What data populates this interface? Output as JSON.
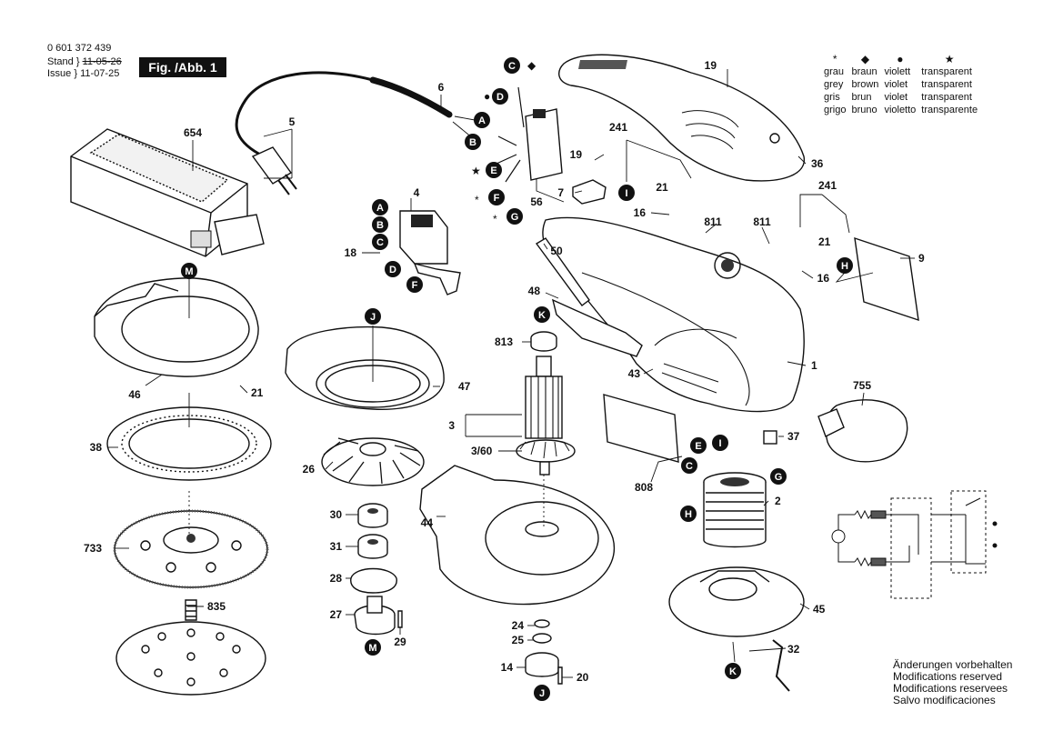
{
  "header": {
    "doc_number": "0 601 372 439",
    "stand_label": "Stand",
    "stand_date": "11-05-26",
    "issue_label": "Issue",
    "issue_date": "11-07-25",
    "figure_label": "Fig. /Abb. 1"
  },
  "legend": {
    "symbols": [
      "*",
      "◆",
      "●",
      "★"
    ],
    "rows": [
      [
        "grau",
        "braun",
        "violett",
        "transparent"
      ],
      [
        "grey",
        "brown",
        "violet",
        "transparent"
      ],
      [
        "gris",
        "brun",
        "violet",
        "transparent"
      ],
      [
        "grigo",
        "bruno",
        "violetto",
        "transparente"
      ]
    ]
  },
  "modifications": [
    "Änderungen vorbehalten",
    "Modifications reserved",
    "Modifications reservees",
    "Salvo modificaciones"
  ],
  "part_numbers": [
    "654",
    "5",
    "6",
    "4",
    "18",
    "46",
    "21",
    "38",
    "733",
    "835",
    "47",
    "26",
    "30",
    "31",
    "28",
    "27",
    "29",
    "44",
    "24",
    "25",
    "14",
    "20",
    "813",
    "3",
    "3/60",
    "48",
    "50",
    "43",
    "19",
    "7",
    "56",
    "241",
    "16",
    "811",
    "9",
    "36",
    "1",
    "755",
    "37",
    "808",
    "2",
    "45",
    "32"
  ],
  "callout_letters": [
    "A",
    "B",
    "C",
    "D",
    "E",
    "F",
    "G",
    "H",
    "I",
    "J",
    "K",
    "M"
  ]
}
